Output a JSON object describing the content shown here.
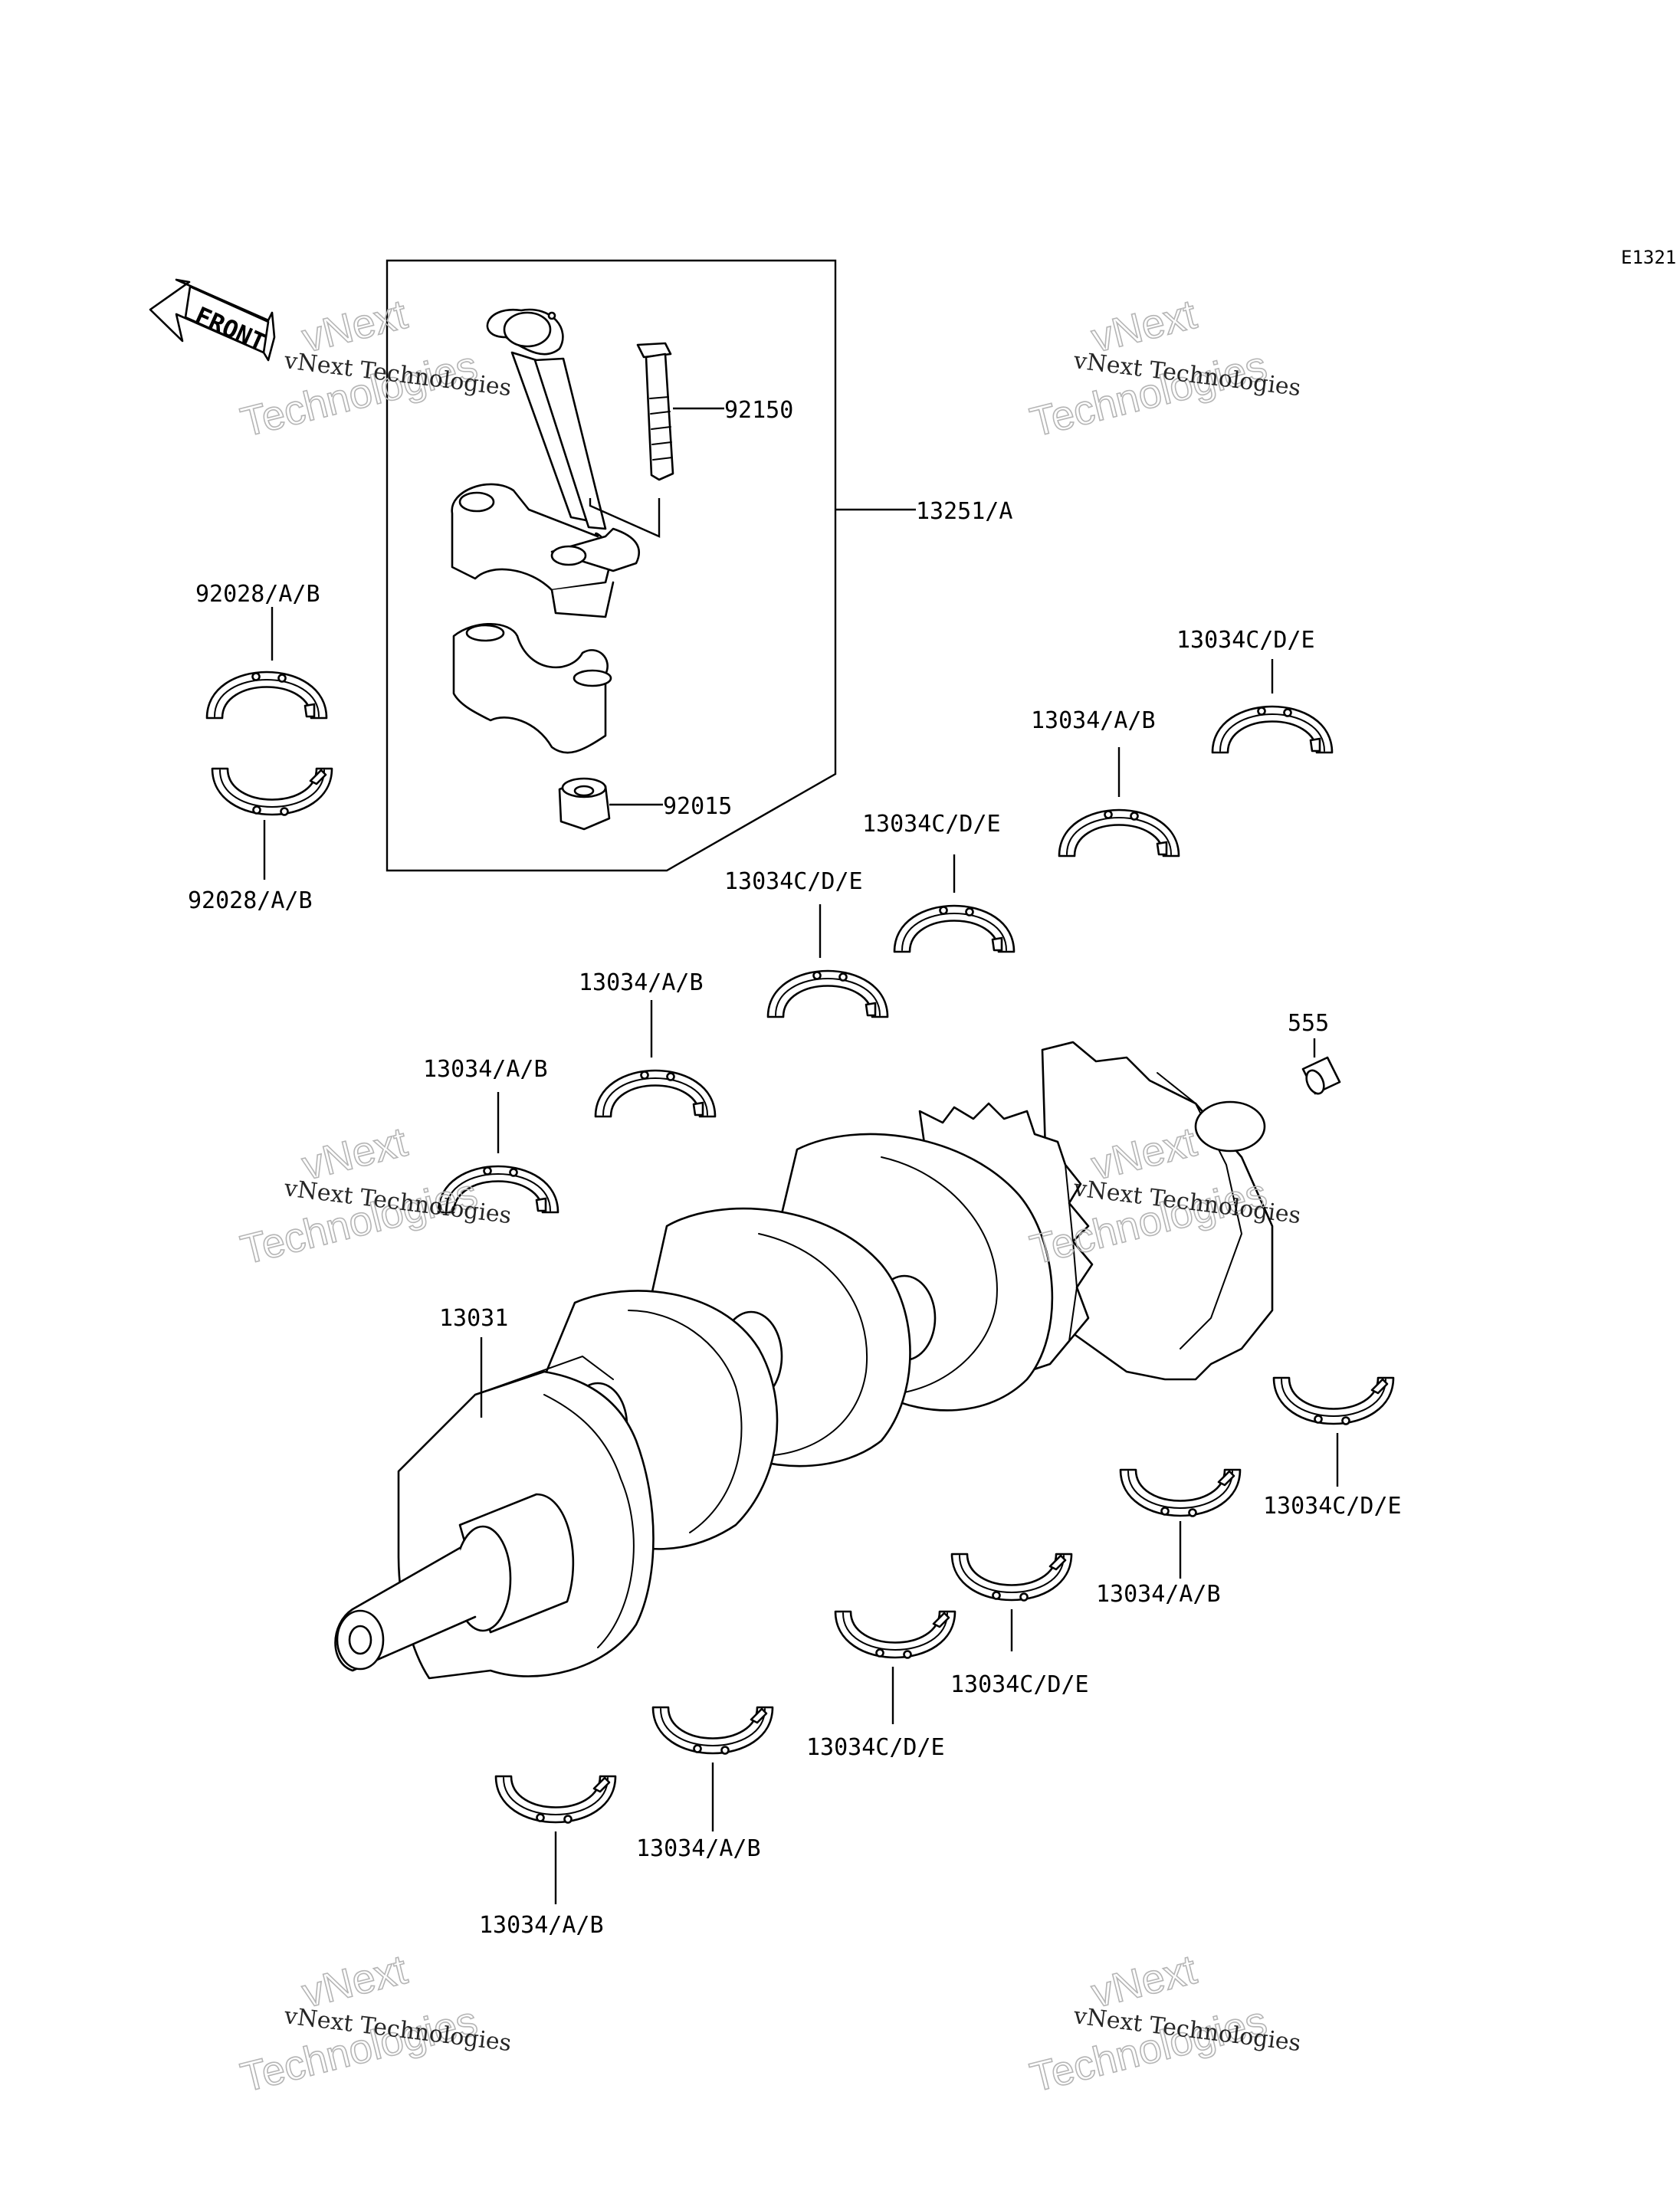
{
  "diagram_code": "E1321",
  "front_label": "FRONT",
  "watermark": {
    "line1": "vNext Technologies",
    "big1": "vNext",
    "big2": "Technologies"
  },
  "labels": {
    "p92150": "92150",
    "p13251A": "13251/A",
    "p92015": "92015",
    "p92028_top": "92028/A/B",
    "p92028_bot": "92028/A/B",
    "p13034CDE_1": "13034C/D/E",
    "p13034AB_1": "13034/A/B",
    "p13034CDE_2": "13034C/D/E",
    "p13034CDE_3": "13034C/D/E",
    "p13034AB_2": "13034/A/B",
    "p13034AB_3": "13034/A/B",
    "p555": "555",
    "p13031": "13031",
    "p13034CDE_4": "13034C/D/E",
    "p13034AB_4": "13034/A/B",
    "p13034CDE_5": "13034C/D/E",
    "p13034CDE_6": "13034C/D/E",
    "p13034AB_5": "13034/A/B",
    "p13034AB_6": "13034/A/B"
  }
}
